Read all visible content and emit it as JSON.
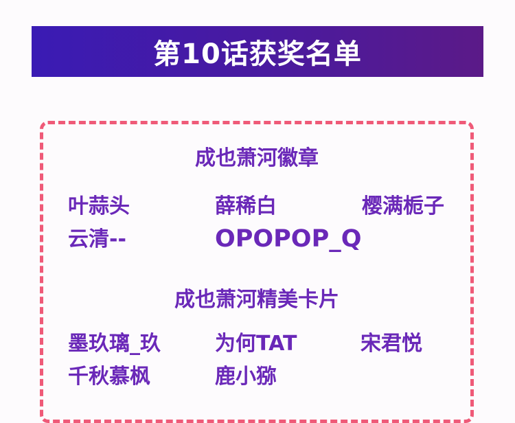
{
  "header": {
    "title": "第10话获奖名单"
  },
  "sections": [
    {
      "title": "成也萧河徽章",
      "winners": [
        "叶蒜头",
        "薛稀白",
        "樱满栀子",
        "云清--",
        "OPOPOP_Q"
      ]
    },
    {
      "title": "成也萧河精美卡片",
      "winners": [
        "墨玖璃_玖",
        "为何TAT",
        "宋君悦",
        "千秋慕枫",
        "鹿小猕"
      ]
    }
  ],
  "colors": {
    "banner_start": "#3a1bb4",
    "banner_end": "#5b1a88",
    "text_purple": "#6a28b8",
    "dashed_border": "#ef5a78"
  }
}
